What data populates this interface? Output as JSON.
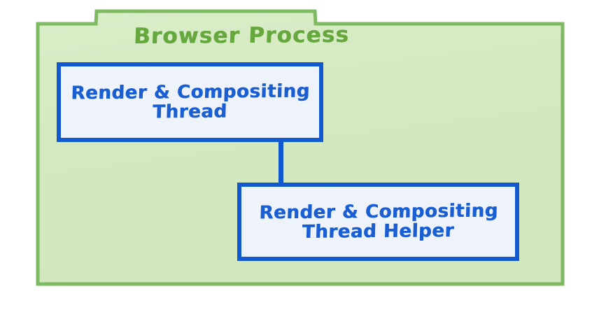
{
  "diagram": {
    "type": "block-diagram",
    "background_color": "#ffffff",
    "container": {
      "title": "Browser Process",
      "title_color": "#66a83e",
      "fill_color": "#d5ebc2",
      "border_color": "#7dba61",
      "shape": "tabbed-rectangle"
    },
    "nodes": [
      {
        "id": "render-compositing-thread",
        "label": "Render & Compositing\nThread",
        "fill_color": "#eef3f9",
        "border_color": "#1258ce",
        "text_color": "#1a5ed4"
      },
      {
        "id": "render-compositing-thread-helper",
        "label": "Render & Compositing\nThread Helper",
        "fill_color": "#eef3f9",
        "border_color": "#1258ce",
        "text_color": "#1a5ed4"
      }
    ],
    "edges": [
      {
        "id": "thread-to-helper",
        "from": "render-compositing-thread",
        "to": "render-compositing-thread-helper",
        "color": "#1258ce",
        "style": "solid-vertical"
      }
    ]
  }
}
